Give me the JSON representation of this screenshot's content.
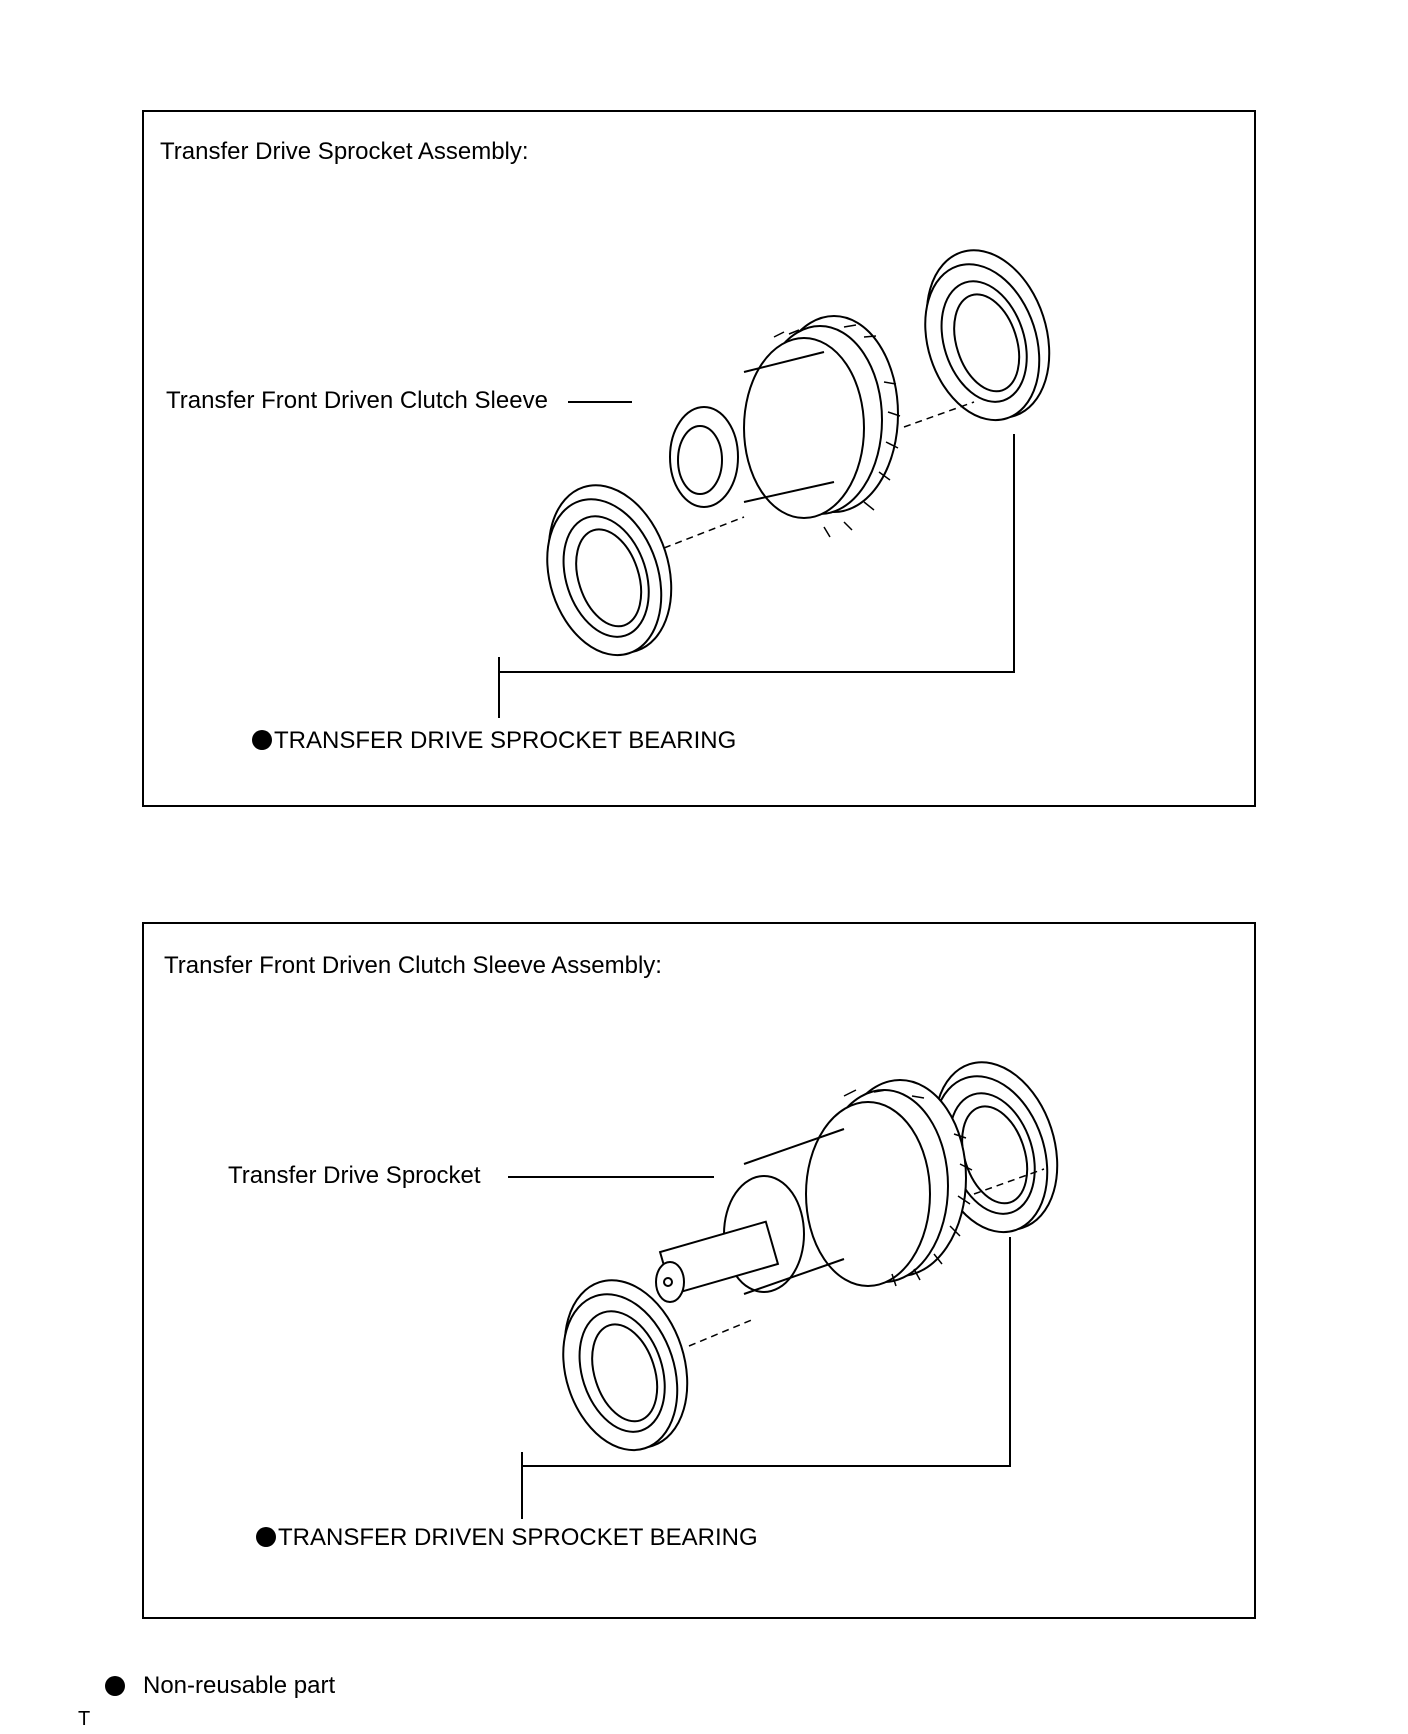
{
  "panel_1": {
    "title": "Transfer Drive Sprocket Assembly:",
    "callout": "Transfer Front Driven Clutch Sleeve",
    "bearing_label": "TRANSFER DRIVE SPROCKET BEARING"
  },
  "panel_2": {
    "title": "Transfer Front Driven Clutch Sleeve Assembly:",
    "callout": "Transfer Drive Sprocket",
    "bearing_label": "TRANSFER DRIVEN SPROCKET BEARING"
  },
  "legend": {
    "text": "Non-reusable part",
    "icon": "filled-circle-icon"
  },
  "corner_mark": "T"
}
